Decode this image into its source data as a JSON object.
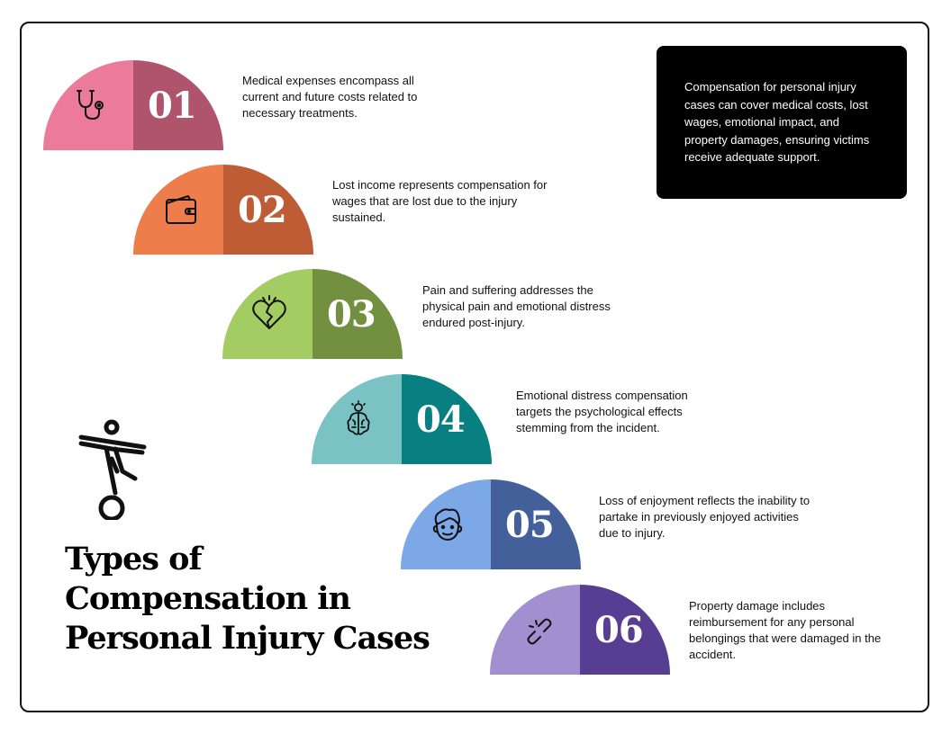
{
  "title": "Types of Compensation in Personal Injury Cases",
  "callout": "Compensation for personal injury cases can cover medical costs, lost wages, emotional impact, and property damages, ensuring victims receive adequate support.",
  "illustration": {
    "icon": "person-kicking-ball-icon"
  },
  "steps": [
    {
      "number": "01",
      "icon": "stethoscope-icon",
      "light": "#EC7A9B",
      "dark": "#B0546E",
      "text": "Medical expenses encompass all current and future costs related to necessary treatments."
    },
    {
      "number": "02",
      "icon": "wallet-icon",
      "light": "#ED7D4B",
      "dark": "#BE5C35",
      "text": "Lost income represents compensation for wages that are lost due to the injury sustained."
    },
    {
      "number": "03",
      "icon": "broken-heart-icon",
      "light": "#A3CC62",
      "dark": "#738F40",
      "text": "Pain and suffering addresses the physical pain and emotional distress endured post-injury."
    },
    {
      "number": "04",
      "icon": "brain-idea-icon",
      "light": "#7AC2C4",
      "dark": "#087F80",
      "text": "Emotional distress compensation targets the psychological effects stemming from the incident."
    },
    {
      "number": "05",
      "icon": "face-icon",
      "light": "#7CA8E8",
      "dark": "#44609A",
      "text": "Loss of enjoyment reflects the inability to partake in previously enjoyed activities due to injury."
    },
    {
      "number": "06",
      "icon": "broken-chain-icon",
      "light": "#A18FD0",
      "dark": "#573E92",
      "text": "Property damage includes reimbursement for any personal belongings that were damaged in the accident."
    }
  ]
}
